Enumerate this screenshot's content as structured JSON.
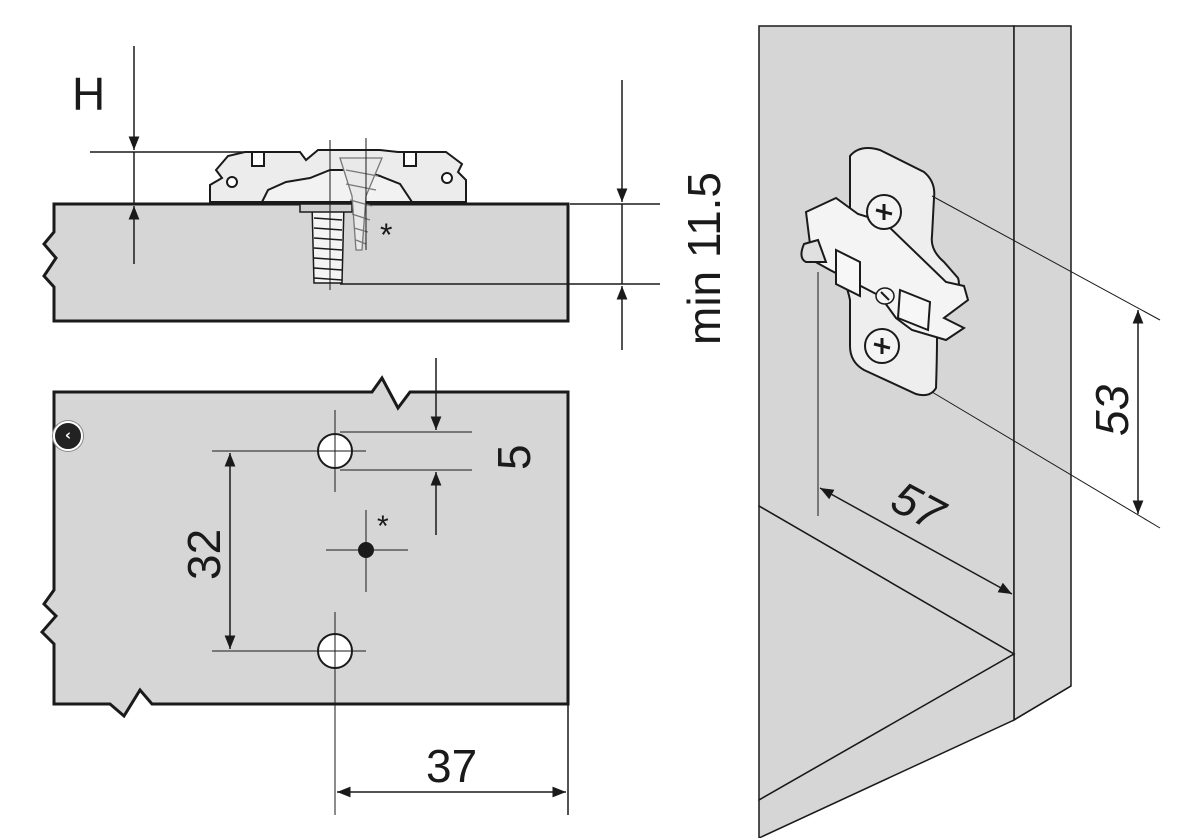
{
  "labels": {
    "h": "H",
    "min_depth": "min 11.5",
    "asterisk_side": "*",
    "asterisk_plan": "*",
    "offset_5": "5",
    "spacing_32": "32",
    "distance_37": "37",
    "height_53": "53",
    "distance_57": "57"
  },
  "colors": {
    "panel": "#d6d6d6",
    "line": "#1a1a1a",
    "plate": "#e6e6e6"
  },
  "nav": {
    "icon": "chevron-left-icon",
    "glyph": "‹"
  }
}
